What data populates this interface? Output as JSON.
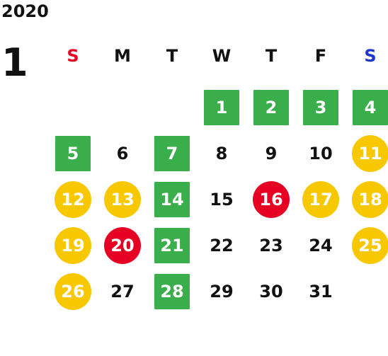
{
  "year": "2020",
  "month": "1",
  "weekdays": [
    {
      "label": "S",
      "color": "#e60023"
    },
    {
      "label": "M",
      "color": "#111111"
    },
    {
      "label": "T",
      "color": "#111111"
    },
    {
      "label": "W",
      "color": "#111111"
    },
    {
      "label": "T",
      "color": "#111111"
    },
    {
      "label": "F",
      "color": "#111111"
    },
    {
      "label": "S",
      "color": "#1d35d1"
    }
  ],
  "days": [
    {
      "day": "1",
      "style": "green-square"
    },
    {
      "day": "2",
      "style": "green-square"
    },
    {
      "day": "3",
      "style": "green-square"
    },
    {
      "day": "4",
      "style": "green-square"
    },
    {
      "day": "5",
      "style": "green-square"
    },
    {
      "day": "6",
      "style": "plain"
    },
    {
      "day": "7",
      "style": "green-square"
    },
    {
      "day": "8",
      "style": "plain"
    },
    {
      "day": "9",
      "style": "plain"
    },
    {
      "day": "10",
      "style": "plain"
    },
    {
      "day": "11",
      "style": "yellow-circle"
    },
    {
      "day": "12",
      "style": "yellow-circle"
    },
    {
      "day": "13",
      "style": "yellow-circle"
    },
    {
      "day": "14",
      "style": "green-square"
    },
    {
      "day": "15",
      "style": "plain"
    },
    {
      "day": "16",
      "style": "red-circle"
    },
    {
      "day": "17",
      "style": "yellow-circle"
    },
    {
      "day": "18",
      "style": "yellow-circle"
    },
    {
      "day": "19",
      "style": "yellow-circle"
    },
    {
      "day": "20",
      "style": "red-circle"
    },
    {
      "day": "21",
      "style": "green-square"
    },
    {
      "day": "22",
      "style": "plain"
    },
    {
      "day": "23",
      "style": "plain"
    },
    {
      "day": "24",
      "style": "plain"
    },
    {
      "day": "25",
      "style": "yellow-circle"
    },
    {
      "day": "26",
      "style": "yellow-circle"
    },
    {
      "day": "27",
      "style": "plain"
    },
    {
      "day": "28",
      "style": "green-square"
    },
    {
      "day": "29",
      "style": "plain"
    },
    {
      "day": "30",
      "style": "plain"
    },
    {
      "day": "31",
      "style": "plain"
    }
  ],
  "colors": {
    "green": "#3aae4a",
    "yellow": "#f7c800",
    "red": "#e60023",
    "blue": "#1d35d1"
  }
}
